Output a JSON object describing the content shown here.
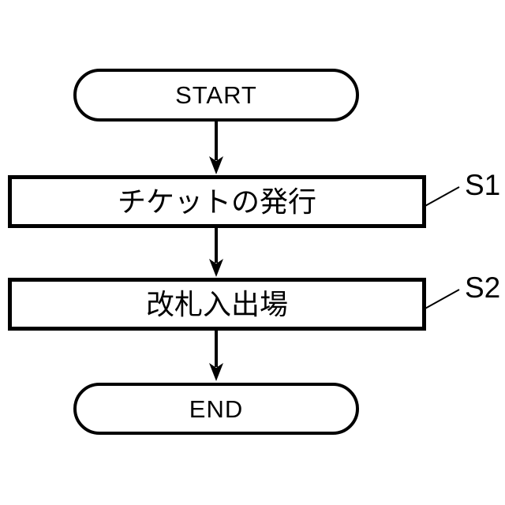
{
  "flowchart": {
    "title_hint": "ticket-gate-process-flowchart",
    "start": {
      "label": "START"
    },
    "steps": [
      {
        "label": "チケットの発行",
        "tag": "S1"
      },
      {
        "label": "改札入出場",
        "tag": "S2"
      }
    ],
    "end": {
      "label": "END"
    },
    "colors": {
      "stroke": "#000000",
      "background": "#ffffff"
    }
  }
}
